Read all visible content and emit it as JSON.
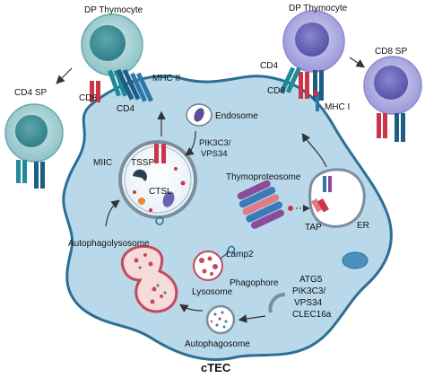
{
  "labels": {
    "dp_thymocyte_left": "DP Thymocyte",
    "dp_thymocyte_right": "DP Thymocyte",
    "cd4_sp": "CD4 SP",
    "cd8_sp": "CD8 SP",
    "mhc_ii": "MHC II",
    "mhc_i": "MHC I",
    "cd8_left": "CD8",
    "cd4_left": "CD4",
    "cd4_right": "CD4",
    "cd8_right": "CD8",
    "endosome": "Endosome",
    "pik3c3_top_1": "PIK3C3/",
    "pik3c3_top_2": "VPS34",
    "miic": "MIIC",
    "tssp": "TSSP",
    "ctsl": "CTSL",
    "thymoproteosome": "Thymoproteosome",
    "tap": "TAP",
    "er": "ER",
    "autophagolysosome": "Autophagolysosome",
    "lamp2": "Lamp2",
    "phagophore": "Phagophore",
    "lysosome": "Lysosome",
    "autophagosome": "Autophagosome",
    "atg5_1": "ATG5",
    "atg5_2": "PIK3C3/",
    "atg5_3": "VPS34",
    "atg5_4": "CLEC16a",
    "ctec": "cTEC"
  },
  "colors": {
    "ctec_fill": "#b9d9ea",
    "ctec_stroke": "#2c6f94",
    "dp_left_fill": "#a9d6d8",
    "dp_right_fill": "#b7b6e6",
    "cd8_receptor": "#cf3348",
    "cd4_receptor": "#1f8a9a",
    "mhc_receptor": "#1d5d86",
    "arrow": "#333333"
  }
}
